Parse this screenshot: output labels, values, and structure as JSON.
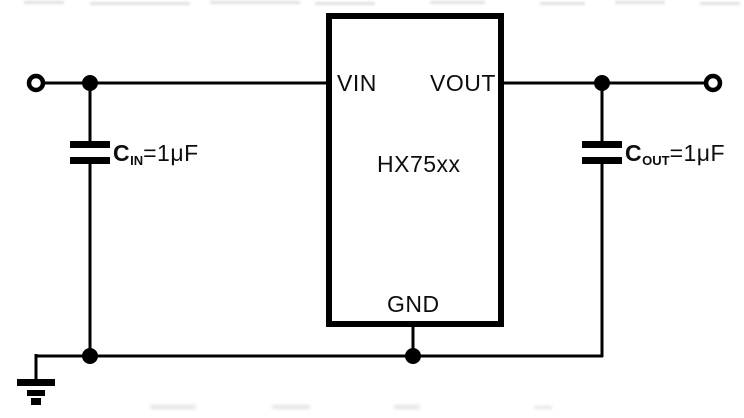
{
  "colors": {
    "line": "#000000",
    "background": "#ffffff",
    "text": "#0d0d0d"
  },
  "ic": {
    "name": "HX75xx",
    "pin_vin": "VIN",
    "pin_vout": "VOUT",
    "pin_gnd": "GND"
  },
  "capacitors": {
    "input": {
      "symbol": "C",
      "subscript": "IN",
      "value": "=1μF"
    },
    "output": {
      "symbol": "C",
      "subscript": "OUT",
      "value": "=1μF"
    }
  }
}
